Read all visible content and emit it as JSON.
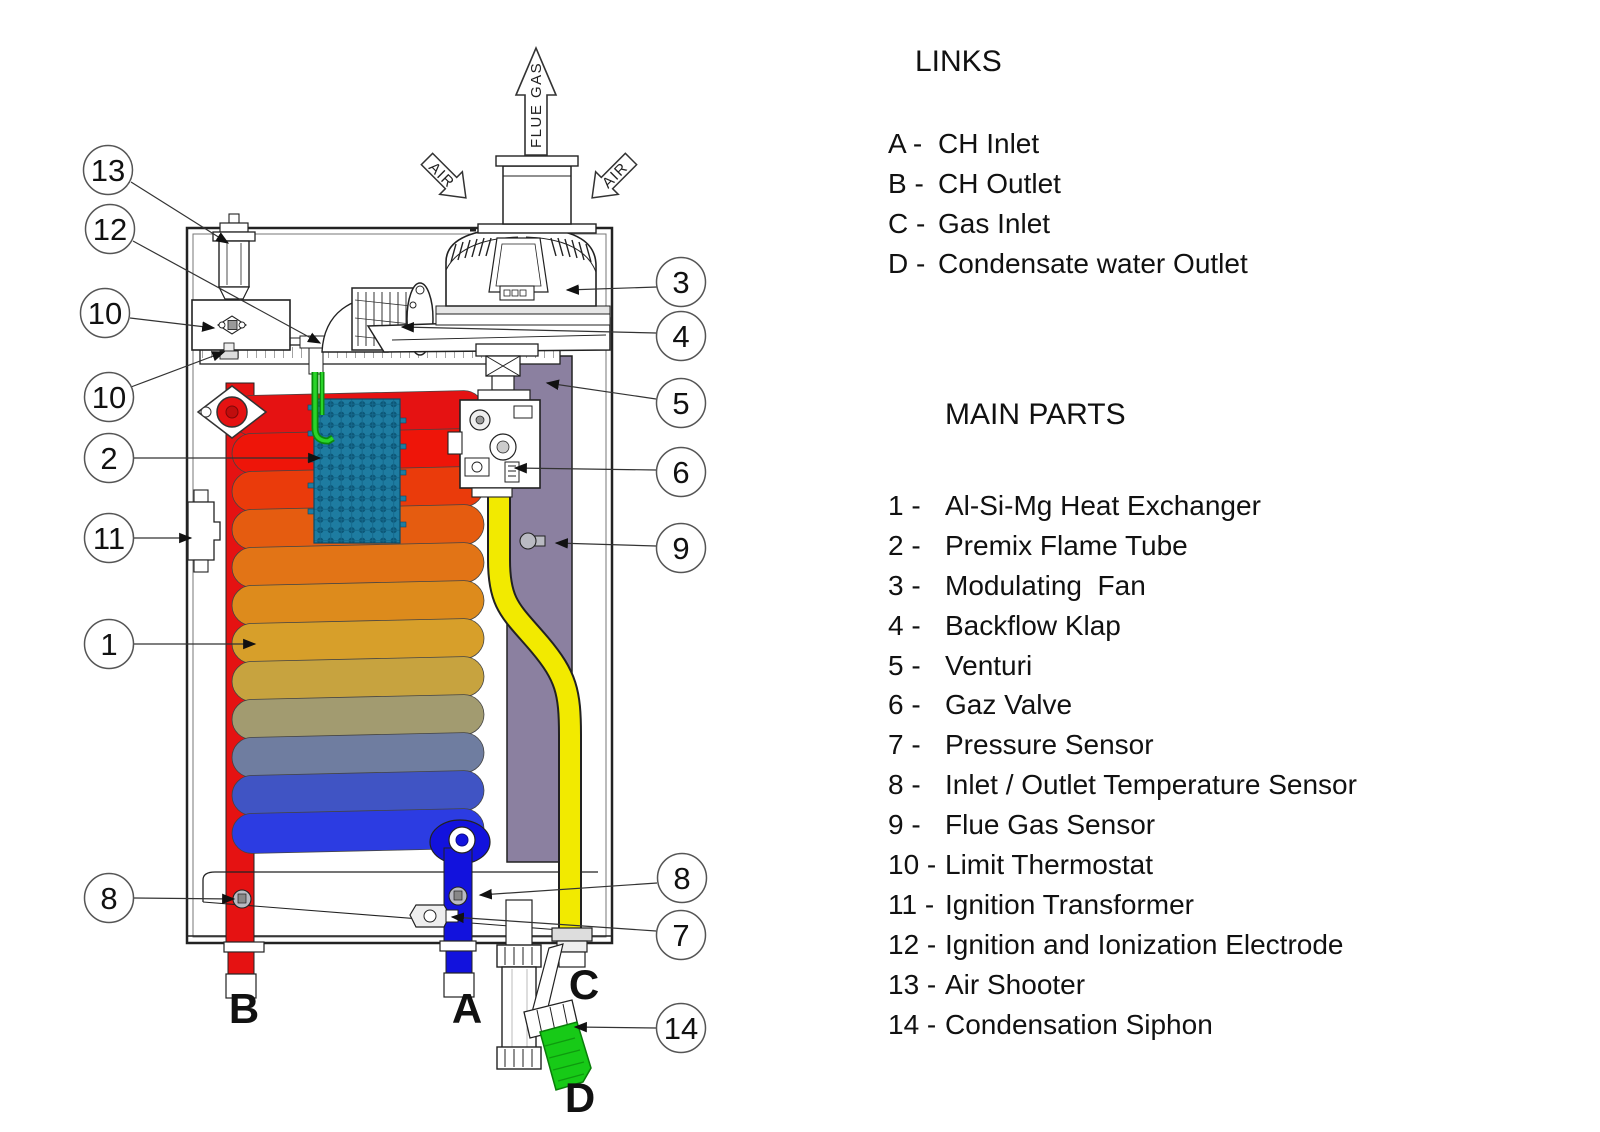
{
  "links": {
    "title": "LINKS",
    "items": [
      {
        "num": "A -",
        "label": "CH Inlet"
      },
      {
        "num": "B -",
        "label": "CH Outlet"
      },
      {
        "num": "C -",
        "label": "Gas Inlet"
      },
      {
        "num": "D -",
        "label": "Condensate water Outlet"
      }
    ]
  },
  "main_parts": {
    "title": "MAIN PARTS",
    "items": [
      {
        "num": "1 -",
        "label": "Al-Si-Mg Heat Exchanger"
      },
      {
        "num": "2 -",
        "label": "Premix Flame Tube"
      },
      {
        "num": "3 -",
        "label": "Modulating  Fan"
      },
      {
        "num": "4 -",
        "label": "Backflow Klap"
      },
      {
        "num": "5 -",
        "label": "Venturi"
      },
      {
        "num": "6 -",
        "label": "Gaz Valve"
      },
      {
        "num": "7 -",
        "label": "Pressure Sensor"
      },
      {
        "num": "8 -",
        "label": "Inlet / Outlet Temperature Sensor"
      },
      {
        "num": "9 -",
        "label": "Flue Gas Sensor"
      },
      {
        "num": "10 -",
        "label": "Limit Thermostat"
      },
      {
        "num": "11 -",
        "label": "Ignition Transformer"
      },
      {
        "num": "12 -",
        "label": "Ignition and Ionization Electrode"
      },
      {
        "num": "13 -",
        "label": "Air Shooter"
      },
      {
        "num": "14 -",
        "label": "Condensation Siphon"
      }
    ]
  },
  "diagram": {
    "flow_labels": {
      "flue_gas": "FLUE GAS",
      "air_left": "AIR",
      "air_right": "AIR"
    },
    "port_letters": [
      {
        "label": "B"
      },
      {
        "label": "A"
      },
      {
        "label": "C"
      },
      {
        "label": "D"
      }
    ],
    "callouts": [
      {
        "label": "13"
      },
      {
        "label": "12"
      },
      {
        "label": "10"
      },
      {
        "label": "10"
      },
      {
        "label": "2"
      },
      {
        "label": "11"
      },
      {
        "label": "1"
      },
      {
        "label": "8"
      },
      {
        "label": "3"
      },
      {
        "label": "4"
      },
      {
        "label": "5"
      },
      {
        "label": "6"
      },
      {
        "label": "9"
      },
      {
        "label": "8"
      },
      {
        "label": "7"
      },
      {
        "label": "14"
      }
    ],
    "colors": {
      "outline": "#1a1a1a",
      "pipe_red": "#e51212",
      "pipe_blue": "#1212dd",
      "gas_yellow": "#f2ea00",
      "duct_purple": "#8b80a0",
      "hose_green": "#17ca17",
      "mesh_teal": "#1e7ca1",
      "mesh_dot": "#0c5676",
      "electrode_green": "#2ad42a",
      "sensor_grey": "#b9bac2"
    },
    "coil_colors": [
      "#e51212",
      "#ee1509",
      "#ea3b0b",
      "#e55c10",
      "#e27416",
      "#dd8b1c",
      "#d79f2a",
      "#c7a33f",
      "#a29b70",
      "#6f7da0",
      "#4054c4",
      "#2c3ce2"
    ]
  }
}
